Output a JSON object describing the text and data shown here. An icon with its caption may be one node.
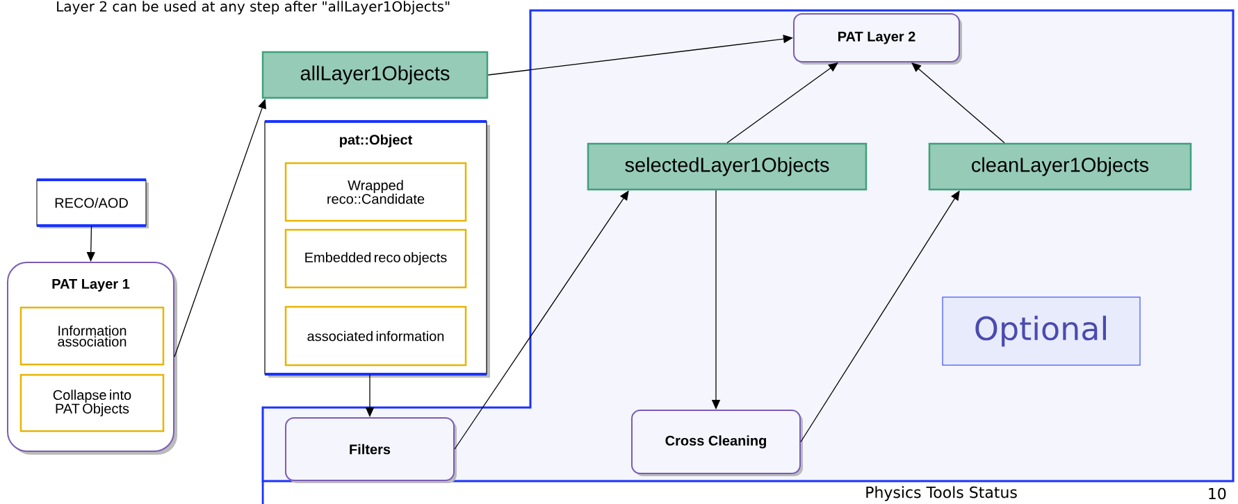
{
  "diagram": {
    "nodes": [
      {
        "text": [
          "RECO/AOD"
        ]
      },
      {
        "text": [
          "PAT Layer 1"
        ]
      },
      {
        "text": [
          "Information association"
        ],
        "in": 1
      },
      {
        "text": [
          "Collapse into PAT Objects"
        ],
        "in": 1
      },
      {
        "text": [
          "allLayer1Objects"
        ]
      },
      {
        "text": [
          "pat::Object"
        ]
      },
      {
        "text": [
          "Wrapped reco::Candidate"
        ],
        "in": 5
      },
      {
        "text": [
          "Embedded reco objects"
        ],
        "in": 5
      },
      {
        "text": [
          "associated information"
        ],
        "in": 5
      },
      {
        "text": [
          "PAT Layer 2"
        ]
      },
      {
        "text": [
          "selectedLayer1Objects"
        ]
      },
      {
        "text": [
          "cleanLayer1Objects"
        ]
      },
      {
        "text": [
          "Filters"
        ]
      },
      {
        "text": [
          "Cross Cleaning"
        ]
      },
      {
        "text": [
          "Optional"
        ]
      }
    ],
    "edges": [
      {
        "from": 0,
        "to": 1,
        "arrow": "to"
      },
      {
        "from": 1,
        "to": 4,
        "arrow": "to"
      },
      {
        "from": 4,
        "to": 9,
        "arrow": "to"
      },
      {
        "from": 5,
        "to": 12,
        "arrow": "to"
      },
      {
        "from": 12,
        "to": 10,
        "arrow": "to"
      },
      {
        "from": 10,
        "to": 13,
        "arrow": "to"
      },
      {
        "from": 13,
        "to": 11,
        "arrow": "to"
      },
      {
        "from": 10,
        "to": 9,
        "arrow": "to"
      },
      {
        "from": 11,
        "to": 9,
        "arrow": "to"
      }
    ],
    "labels": [
      "Layer 2 can be used at any step after \"allLayer1Objects\"",
      "Physics Tools Status",
      "10"
    ]
  }
}
